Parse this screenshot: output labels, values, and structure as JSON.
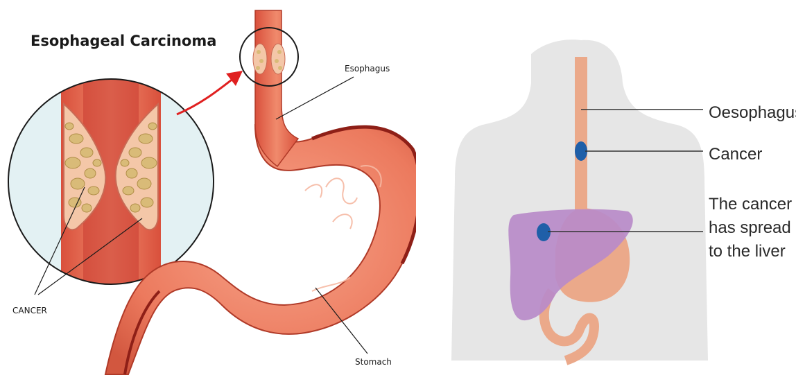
{
  "left_panel": {
    "title": "Esophageal Carcinoma",
    "label_esophagus": "Esophagus",
    "label_cancer": "CANCER",
    "label_stomach": "Stomach"
  },
  "right_panel": {
    "label_oesophagus": "Oesophagus",
    "label_cancer": "Cancer",
    "label_spread_line1": "The cancer",
    "label_spread_line2": "has spread",
    "label_spread_line3": "to the liver"
  },
  "colors": {
    "tissue": "#e8735a",
    "tissue_dark": "#c0392b",
    "tumor": "#e8d39a",
    "body_silhouette": "#e6e6e6",
    "oesophagus_right": "#eba98a",
    "liver": "#b88bc9",
    "cancer_dot": "#1f5fa8",
    "arrow": "#e02020"
  }
}
